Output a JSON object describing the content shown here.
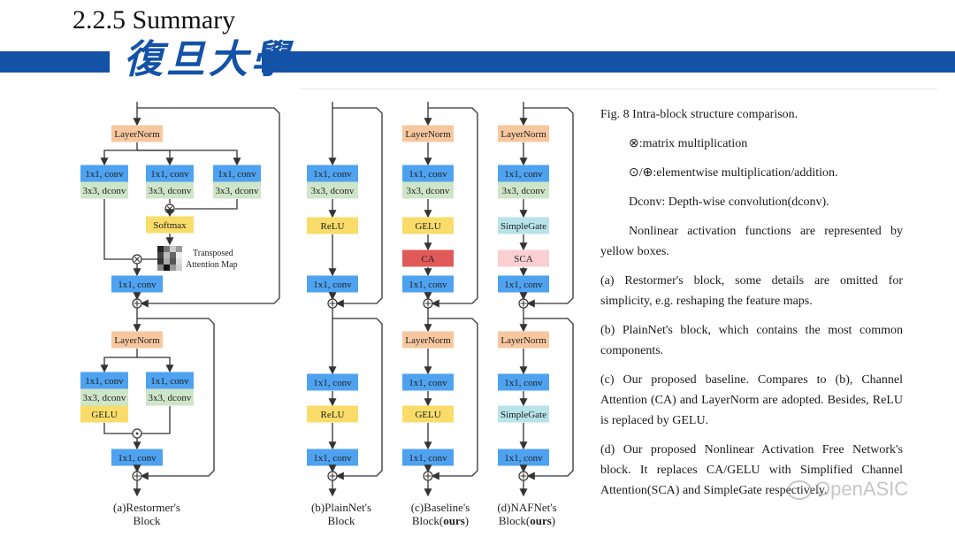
{
  "slide": {
    "title": "2.2.5 Summary",
    "logo_text": "復旦大學",
    "band_color": "#1452a8"
  },
  "diagram": {
    "colors": {
      "norm": "#f7c79f",
      "conv": "#4ea2f0",
      "dconv": "#cfe5c9",
      "act": "#f9dc6a",
      "ca": "#e05a5a",
      "sca": "#f9cfd1",
      "gate": "#b8e3e8",
      "line": "#333333"
    },
    "labels": {
      "layernorm": "LayerNorm",
      "conv": "1x1, conv",
      "dconv": "3x3, dconv",
      "softmax": "Softmax",
      "relu": "ReLU",
      "gelu": "GELU",
      "ca": "CA",
      "sca": "SCA",
      "simplegate": "SimpleGate",
      "transposed_1": "Transposed",
      "transposed_2": "Attention Map"
    },
    "captions": {
      "a_1": "(a)Restormer's",
      "a_2": "Block",
      "b_1": "(b)PlainNet's",
      "b_2": "Block",
      "c_1": "(c)Baseline's",
      "c_2a": "Block(",
      "c_2b": "ours",
      "c_2c": ")",
      "d_1": "(d)NAFNet's",
      "d_2a": "Block(",
      "d_2b": "ours",
      "d_2c": ")"
    }
  },
  "panel": {
    "fig_title": "Fig. 8 Intra-block structure comparison.",
    "matmul": "⊗:matrix multiplication",
    "elementwise": "⊙/⊕:elementwise multiplication/addition.",
    "dconv": "Dconv: Depth-wise convolution(dconv).",
    "nonlinear": "Nonlinear activation functions are represented by yellow boxes.",
    "a": "(a) Restormer's block, some details are omitted for simplicity, e.g. reshaping the feature maps.",
    "b": "(b) PlainNet's block, which contains the most common components.",
    "c": "(c) Our proposed baseline. Compares to (b), Channel Attention (CA) and LayerNorm are adopted. Besides, ReLU is replaced by GELU.",
    "d": "(d) Our proposed Nonlinear Activation Free Network's block. It replaces CA/GELU with Simplified Channel Attention(SCA) and SimpleGate respectively."
  },
  "watermark": "OpenASIC"
}
